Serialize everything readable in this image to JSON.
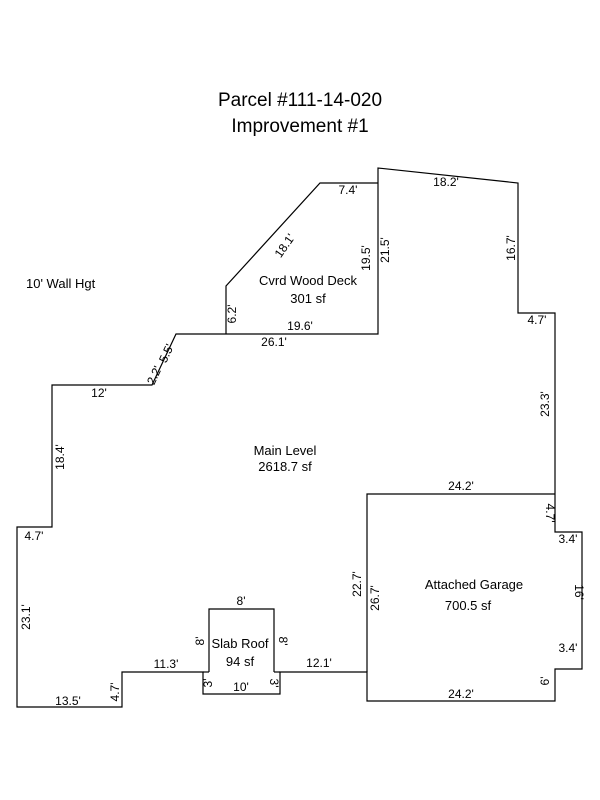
{
  "title": "Parcel #111-14-020",
  "subtitle": "Improvement #1",
  "wall_height_note": "10' Wall Hgt",
  "areas": {
    "deck": {
      "name": "Cvrd Wood Deck",
      "area": "301 sf"
    },
    "main": {
      "name": "Main Level",
      "area": "2618.7 sf"
    },
    "garage": {
      "name": "Attached Garage",
      "area": "700.5 sf"
    },
    "slab": {
      "name": "Slab Roof",
      "area": "94 sf"
    }
  },
  "dimensions": {
    "deck_top": "7.4'",
    "deck_diag": "18.1'",
    "deck_right": "19.5'",
    "deck_left": "6.2'",
    "deck_bottom": "19.6'",
    "main_top_left": "26.1'",
    "step_a": "2.2'",
    "step_b": "5.5'",
    "upper_left": "12'",
    "left_upper": "18.4'",
    "left_jog": "4.7'",
    "left_lower": "23.1'",
    "bottom_left": "13.5'",
    "bottom_step": "4.7'",
    "bottom_mid": "11.3'",
    "top_right_wall": "21.5'",
    "top_right": "18.2'",
    "right_upper": "16.7'",
    "right_jog": "4.7'",
    "right_mid": "23.3'",
    "garage_top": "24.2'",
    "garage_right_top": "4.7'",
    "garage_notch_top": "3.4'",
    "garage_notch": "16'",
    "garage_notch_bottom": "3.4'",
    "garage_right_bottom": "6'",
    "garage_bottom": "24.2'",
    "garage_left_outer": "22.7'",
    "garage_left_inner": "26.7'",
    "bottom_right": "12.1'",
    "slab_top": "8'",
    "slab_left": "8'",
    "slab_right": "8'",
    "slab_step_left": "3'",
    "slab_step_right": "3'",
    "slab_bottom": "10'"
  }
}
